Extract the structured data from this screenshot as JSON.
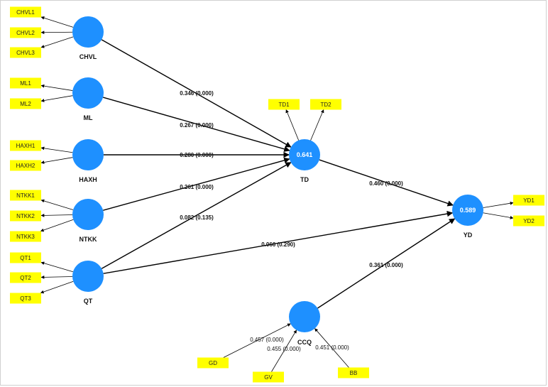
{
  "colors": {
    "construct": "#1e90ff",
    "indicator": "#ffff00",
    "arrow": "#000000"
  },
  "constructs": [
    {
      "id": "CHVL",
      "label": "CHVL",
      "r2": ""
    },
    {
      "id": "ML",
      "label": "ML",
      "r2": ""
    },
    {
      "id": "HAXH",
      "label": "HAXH",
      "r2": ""
    },
    {
      "id": "NTKK",
      "label": "NTKK",
      "r2": ""
    },
    {
      "id": "QT",
      "label": "QT",
      "r2": ""
    },
    {
      "id": "TD",
      "label": "TD",
      "r2": "0.641"
    },
    {
      "id": "YD",
      "label": "YD",
      "r2": "0.589"
    },
    {
      "id": "CCQ",
      "label": "CCQ",
      "r2": ""
    }
  ],
  "indicators": [
    {
      "id": "CHVL1",
      "label": "CHVL1",
      "construct": "CHVL",
      "direction": "out"
    },
    {
      "id": "CHVL2",
      "label": "CHVL2",
      "construct": "CHVL",
      "direction": "out"
    },
    {
      "id": "CHVL3",
      "label": "CHVL3",
      "construct": "CHVL",
      "direction": "out"
    },
    {
      "id": "ML1",
      "label": "ML1",
      "construct": "ML",
      "direction": "out"
    },
    {
      "id": "ML2",
      "label": "ML2",
      "construct": "ML",
      "direction": "out"
    },
    {
      "id": "HAXH1",
      "label": "HAXH1",
      "construct": "HAXH",
      "direction": "out"
    },
    {
      "id": "HAXH2",
      "label": "HAXH2",
      "construct": "HAXH",
      "direction": "out"
    },
    {
      "id": "NTKK1",
      "label": "NTKK1",
      "construct": "NTKK",
      "direction": "out"
    },
    {
      "id": "NTKK2",
      "label": "NTKK2",
      "construct": "NTKK",
      "direction": "out"
    },
    {
      "id": "NTKK3",
      "label": "NTKK3",
      "construct": "NTKK",
      "direction": "out"
    },
    {
      "id": "QT1",
      "label": "QT1",
      "construct": "QT",
      "direction": "out"
    },
    {
      "id": "QT2",
      "label": "QT2",
      "construct": "QT",
      "direction": "out"
    },
    {
      "id": "QT3",
      "label": "QT3",
      "construct": "QT",
      "direction": "out"
    },
    {
      "id": "TD1",
      "label": "TD1",
      "construct": "TD",
      "direction": "out"
    },
    {
      "id": "TD2",
      "label": "TD2",
      "construct": "TD",
      "direction": "out"
    },
    {
      "id": "YD1",
      "label": "YD1",
      "construct": "YD",
      "direction": "out"
    },
    {
      "id": "YD2",
      "label": "YD2",
      "construct": "YD",
      "direction": "out"
    },
    {
      "id": "GD",
      "label": "GD",
      "construct": "CCQ",
      "direction": "in",
      "label_value": "0.457 (0.000)"
    },
    {
      "id": "GV",
      "label": "GV",
      "construct": "CCQ",
      "direction": "in",
      "label_value": "0.455 (0.000)"
    },
    {
      "id": "BB",
      "label": "BB",
      "construct": "CCQ",
      "direction": "in",
      "label_value": "0.451 (0.000)"
    }
  ],
  "paths": [
    {
      "from": "CHVL",
      "to": "TD",
      "label": "0.346 (0.000)"
    },
    {
      "from": "ML",
      "to": "TD",
      "label": "0.267 (0.000)"
    },
    {
      "from": "HAXH",
      "to": "TD",
      "label": "0.280 (0.000)"
    },
    {
      "from": "NTKK",
      "to": "TD",
      "label": "0.261 (0.000)"
    },
    {
      "from": "QT",
      "to": "TD",
      "label": "0.082 (0.135)"
    },
    {
      "from": "QT",
      "to": "YD",
      "label": "0.066 (0.290)"
    },
    {
      "from": "TD",
      "to": "YD",
      "label": "0.460 (0.000)"
    },
    {
      "from": "CCQ",
      "to": "YD",
      "label": "0.361 (0.000)"
    }
  ]
}
